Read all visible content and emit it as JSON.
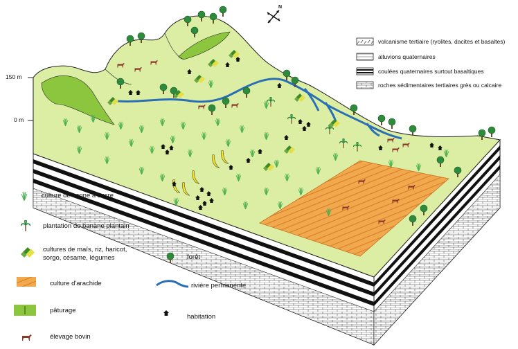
{
  "elevation_labels": {
    "top": "150 m",
    "zero": "0 m"
  },
  "north_label": "N",
  "geology_legend": [
    {
      "label": "volcanisme tertiaire (ryolites, dacites et basaltes)",
      "pattern": "dashes"
    },
    {
      "label": "alluvions quaternaires",
      "pattern": "lines"
    },
    {
      "label": "coulées quaternaires surtout basaltiques",
      "pattern": "black-bands"
    },
    {
      "label": "roches sédimentaires tertiaires grès ou calcaire",
      "pattern": "bricks"
    }
  ],
  "land_use_legend": [
    {
      "label": "culture de canne à sucre",
      "icon": "sugarcane-icon"
    },
    {
      "label": "plantation de banane plantain",
      "icon": "banana-tree-icon"
    },
    {
      "label": "cultures de maïs, riz, haricot, sorgo, césame, légumes",
      "icon": "crop-field-icon"
    },
    {
      "label": "culture d'arachide",
      "icon": "peanut-field-icon"
    },
    {
      "label": "pâturage",
      "icon": "pasture-icon"
    },
    {
      "label": "élevage bovin",
      "icon": "cow-icon"
    },
    {
      "label": "forêt",
      "icon": "tree-icon"
    },
    {
      "label": "rivière permanente",
      "icon": "river-icon"
    },
    {
      "label": "habitation",
      "icon": "house-icon"
    }
  ],
  "colors": {
    "terrain": "#dbeea3",
    "pasture": "#8cc63f",
    "peanut": "#f2a94e",
    "peanut_lines": "#d9812a",
    "river": "#2a6fb5",
    "forest": "#2e8b3c",
    "cane": "#4caf50",
    "cow": "#8b3a2a",
    "house": "#111111",
    "banana_fruit": "#f5e425",
    "crops_green": "#6aa842",
    "crops_yellow": "#e5e045"
  }
}
